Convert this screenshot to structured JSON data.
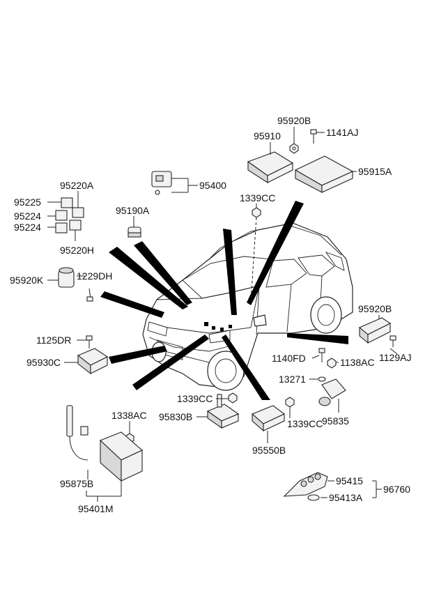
{
  "labels": {
    "p95920B_top": "95920B",
    "p1141AJ": "1141AJ",
    "p95910": "95910",
    "p95915A": "95915A",
    "p95400": "95400",
    "p1339CC_top": "1339CC",
    "p95225": "95225",
    "p95220A": "95220A",
    "p95224_a": "95224",
    "p95224_b": "95224",
    "p95220H": "95220H",
    "p95190A": "95190A",
    "p95920K": "95920K",
    "p1229DH": "1229DH",
    "p1125DR": "1125DR",
    "p95930C": "95930C",
    "p95920B_right": "95920B",
    "p1129AJ": "1129AJ",
    "p1140FD": "1140FD",
    "p1138AC_right": "1138AC",
    "p13271": "13271",
    "p95835": "95835",
    "p1339CC_mid": "1339CC",
    "p95830B": "95830B",
    "p1339CC_right": "1339CC",
    "p95550B": "95550B",
    "p1338AC": "1338AC",
    "p95875B": "95875B",
    "p95401M": "95401M",
    "p95415": "95415",
    "p95413A": "95413A",
    "p96760": "96760"
  }
}
